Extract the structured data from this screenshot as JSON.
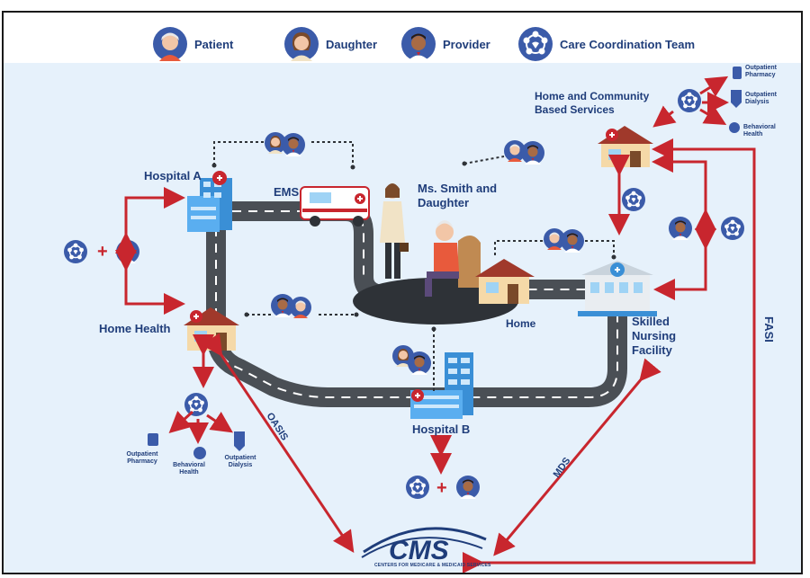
{
  "legend": [
    {
      "icon": "patient-avatar",
      "label": "Patient"
    },
    {
      "icon": "daughter-avatar",
      "label": "Daughter"
    },
    {
      "icon": "provider-avatar",
      "label": "Provider"
    },
    {
      "icon": "care-team-icon",
      "label": "Care Coordination Team"
    }
  ],
  "places": {
    "hospital_a": "Hospital A",
    "ems": "EMS",
    "ms_smith": "Ms. Smith and Daughter",
    "home": "Home",
    "home_health": "Home Health",
    "hospital_b": "Hospital B",
    "snf": "Skilled Nursing Facility",
    "hcbs": "Home and Community Based Services"
  },
  "services_left": [
    "Outpatient Pharmacy",
    "Behavioral Health",
    "Outpatient Dialysis"
  ],
  "services_right": [
    "Outpatient Pharmacy",
    "Outpatient Dialysis",
    "Behavioral Health"
  ],
  "assessments": {
    "oasis": "OASIS",
    "mds": "MDS",
    "fasi": "FASI"
  },
  "cms": {
    "logo": "CMS",
    "subtitle": "CENTERS FOR MEDICARE & MEDICAID SERVICES"
  },
  "plus": "+",
  "colors": {
    "navy": "#1f3d7a",
    "arrow_red": "#c8262e",
    "road": "#4a4f55",
    "bg_blue": "#e6f1fb",
    "avatar_blue": "#3b5ba9"
  }
}
